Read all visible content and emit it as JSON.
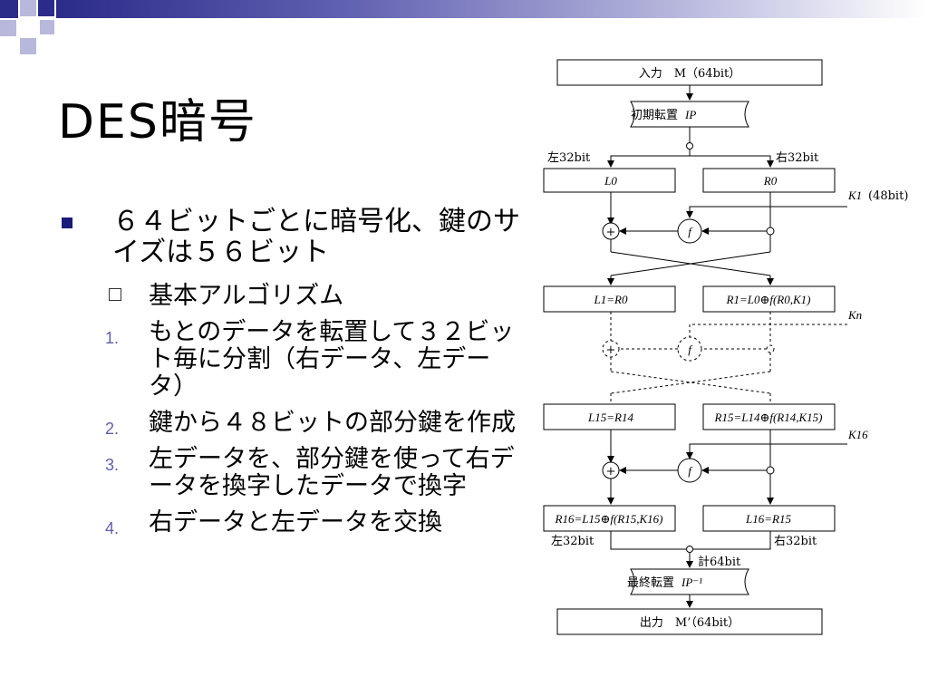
{
  "slide": {
    "title": "DES暗号",
    "bullet": "６４ビットごとに暗号化、鍵のサイズは５６ビット",
    "sub_heading": "基本アルゴリズム",
    "steps": [
      {
        "num": "1.",
        "text": "もとのデータを転置して３２ビット毎に分割（右データ、左データ）"
      },
      {
        "num": "2.",
        "text": "鍵から４８ビットの部分鍵を作成"
      },
      {
        "num": "3.",
        "text": "左データを、部分鍵を使って右データを換字したデータで換字"
      },
      {
        "num": "4.",
        "text": "右データと左データを交換"
      }
    ]
  },
  "diagram": {
    "input": "入力　M（64bit）",
    "initial_perm_label": "初期転置",
    "initial_perm_sym": "IP",
    "left32": "左32bit",
    "right32": "右32bit",
    "L0": "L0",
    "R0": "R0",
    "K1": "K1",
    "K1_bits": "(48bit)",
    "f": "f",
    "plus": "+",
    "L1": "L1=R0",
    "R1": "R1=L0⊕f(R0,K1)",
    "Kn": "Kn",
    "L15": "L15=R14",
    "R15": "R15=L14⊕f(R14,K15)",
    "K16": "K16",
    "R16": "R16=L15⊕f(R15,K16)",
    "L16": "L16=R15",
    "left32b": "左32bit",
    "right32b": "右32bit",
    "total64": "計64bit",
    "final_perm_label": "最終転置",
    "final_perm_sym": "IP⁻¹",
    "output": "出力　M’（64bit）"
  }
}
